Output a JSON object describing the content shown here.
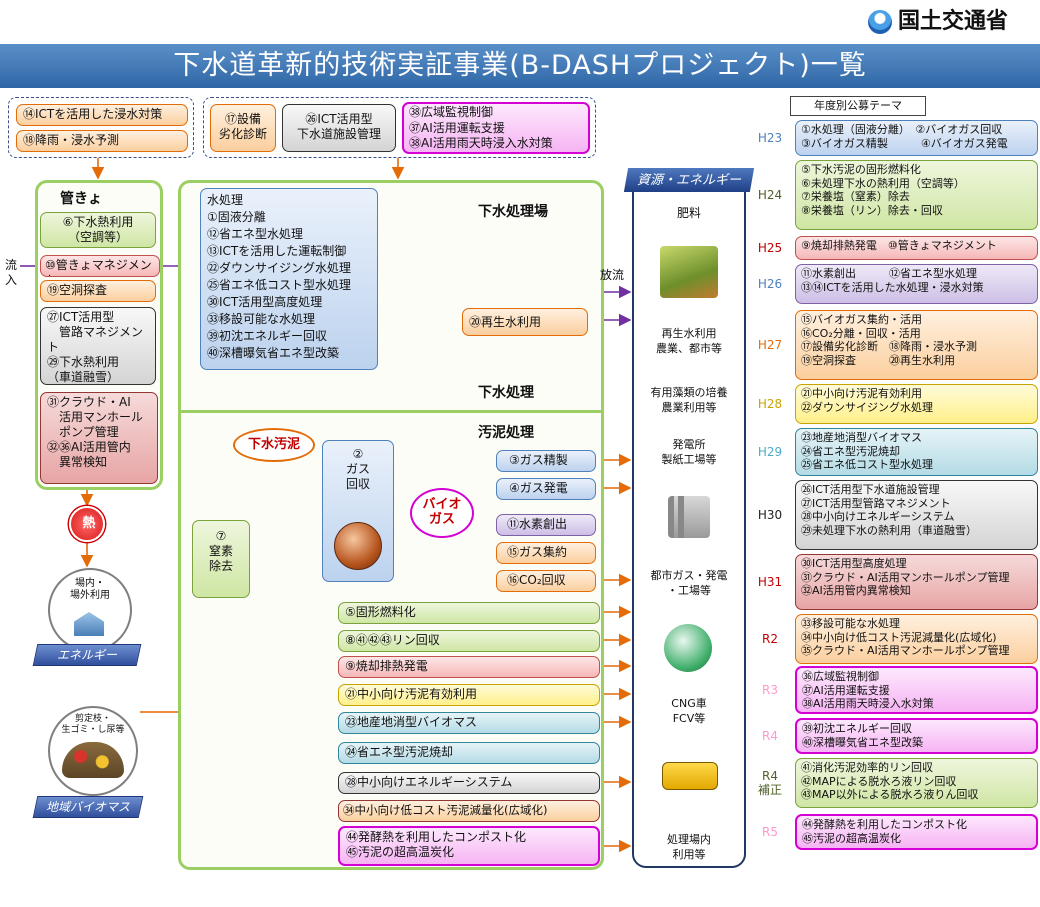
{
  "logo": {
    "text": "国土交通省"
  },
  "header": {
    "title": "下水道革新的技術実証事業(B-DASHプロジェクト)一覧"
  },
  "top_boxes": {
    "left_1": "⑭ICTを活用した浸水対策",
    "left_2": "⑱降雨・浸水予測",
    "mid_1": "⑰設備\n劣化診断",
    "mid_2": "㉖ICT活用型\n下水道施設管理",
    "mid_3": "㊳広域監視制御\n㊲AI活用運転支援\n㊳AI活用雨天時浸入水対策"
  },
  "pipes": {
    "title": "管きょ",
    "b1": "⑥下水熱利用\n（空調等）",
    "b2": "⑩管きょマネジメント",
    "b3": "⑲空洞探査",
    "b4": "㉗ICT活用型\n　管路マネジメント\n㉙下水熱利用\n（車道融雪）",
    "b5": "㉛クラウド・AI\n　活用マンホール\n　ポンプ管理\n㉜㊱AI活用管内\n　異常検知",
    "inflow": "流\n入",
    "heat": "熱",
    "energy_circle_text": "場内・\n場外利用",
    "energy_label": "エネルギー"
  },
  "plant": {
    "title": "下水処理場",
    "water_box": "水処理\n①固液分離\n⑫省エネ型水処理\n⑬ICTを活用した運転制御\n㉒ダウンサイジング水処理\n㉕省エネ低コスト型水処理\n㉚ICT活用型高度処理\n㉝移設可能な水処理\n㊴初沈エネルギー回収\n㊵深槽曝気省エネ型改築",
    "discharge": "放流",
    "reuse": "⑳再生水利用",
    "sewage_label": "下水処理",
    "sludge_label": "汚泥処理",
    "sludge": "下水汚泥",
    "gas_recovery": "②\nガス\n回収",
    "biogas": "バイオ\nガス",
    "nitrogen": "⑦\n窒素\n除去",
    "gas_refine": "③ガス精製",
    "gas_power": "④ガス発電",
    "hydrogen": "⑪水素創出",
    "gas_collect": "⑮ガス集約",
    "co2": "⑯CO₂回収",
    "solid_fuel": "⑤固形燃料化",
    "phosphorus": "⑧㊶㊷㊸リン回収",
    "incineration_power": "⑨焼却排熱発電",
    "small_sludge": "㉑中小向け汚泥有効利用",
    "local_biomass": "㉓地産地消型バイオマス",
    "energy_saving_incin": "㉔省エネ型汚泥焼却",
    "small_energy": "㉘中小向けエネルギーシステム",
    "small_lowcost": "㉞中小向け低コスト汚泥減量化(広域化)",
    "compost": "㊹発酵熱を利用したコンポスト化\n㊺汚泥の超高温炭化"
  },
  "biomass": {
    "circle_text": "剪定枝・\n生ゴミ・し尿等",
    "label": "地域バイオマス"
  },
  "resources": {
    "header": "資源・エネルギー",
    "fertilizer": "肥料",
    "reclaimed": "再生水利用\n農業、都市等",
    "algae": "有用藻類の培養\n農業利用等",
    "power_plant": "発電所\n製紙工場等",
    "city_gas": "都市ガス・発電\n・工場等",
    "cng": "CNG車\nFCV等",
    "onsite": "処理場内\n利用等"
  },
  "themes": {
    "header": "年度別公募テーマ",
    "rows": [
      {
        "year": "H23",
        "color": "#4f81bd",
        "text": "①水処理（固液分離）　②バイオガス回収\n③バイオガス精製　　　④バイオガス発電"
      },
      {
        "year": "H24",
        "color": "#4f6228",
        "text": "⑤下水汚泥の固形燃料化\n⑥未処理下水の熱利用（空調等）\n⑦栄養塩（窒素）除去\n⑧栄養塩（リン）除去・回収"
      },
      {
        "year": "H25",
        "color": "#c00000",
        "text": "⑨焼却排熱発電　⑩管きょマネジメント"
      },
      {
        "year": "H26",
        "color": "#4f81bd",
        "text": "⑪水素創出　　　⑫省エネ型水処理\n⑬⑭ICTを活用した水処理・浸水対策"
      },
      {
        "year": "H27",
        "color": "#e36c09",
        "text": "⑮バイオガス集約・活用\n⑯CO₂分離・回収・活用\n⑰設備劣化診断　⑱降雨・浸水予測\n⑲空洞探査　　　⑳再生水利用"
      },
      {
        "year": "H28",
        "color": "#c9a400",
        "text": "㉑中小向け汚泥有効利用\n㉒ダウンサイジング水処理"
      },
      {
        "year": "H29",
        "color": "#4bacc6",
        "text": "㉓地産地消型バイオマス\n㉔省エネ型汚泥焼却\n㉕省エネ低コスト型水処理"
      },
      {
        "year": "H30",
        "color": "#222222",
        "text": "㉖ICT活用型下水道施設管理\n㉗ICT活用型管路マネジメント\n㉘中小向けエネルギーシステム\n㉙未処理下水の熱利用（車道融雪）"
      },
      {
        "year": "H31",
        "color": "#c00000",
        "text": "㉚ICT活用型高度処理\n㉛クラウド・AI活用マンホールポンプ管理\n㉜AI活用管内異常検知"
      },
      {
        "year": "R2",
        "color": "#c00000",
        "text": "㉝移設可能な水処理\n㉞中小向け低コスト汚泥減量化(広域化)\n㉟クラウド・AI活用マンホールポンプ管理"
      },
      {
        "year": "R3",
        "color": "#ff99cc",
        "text": "㊱広域監視制御\n㊲AI活用運転支援\n㊳AI活用雨天時浸入水対策"
      },
      {
        "year": "R4",
        "color": "#ff99cc",
        "text": "㊴初沈エネルギー回収\n㊵深槽曝気省エネ型改築"
      },
      {
        "year": "R4\n補正",
        "color": "#4f6228",
        "text": "㊶消化汚泥効率的リン回収\n㊷MAPによる脱水ろ液リン回収\n㊸MAP以外による脱水ろ液りん回収"
      },
      {
        "year": "R5",
        "color": "#ff99cc",
        "text": "㊹発酵熱を利用したコンポスト化\n㊺汚泥の超高温炭化"
      }
    ]
  }
}
